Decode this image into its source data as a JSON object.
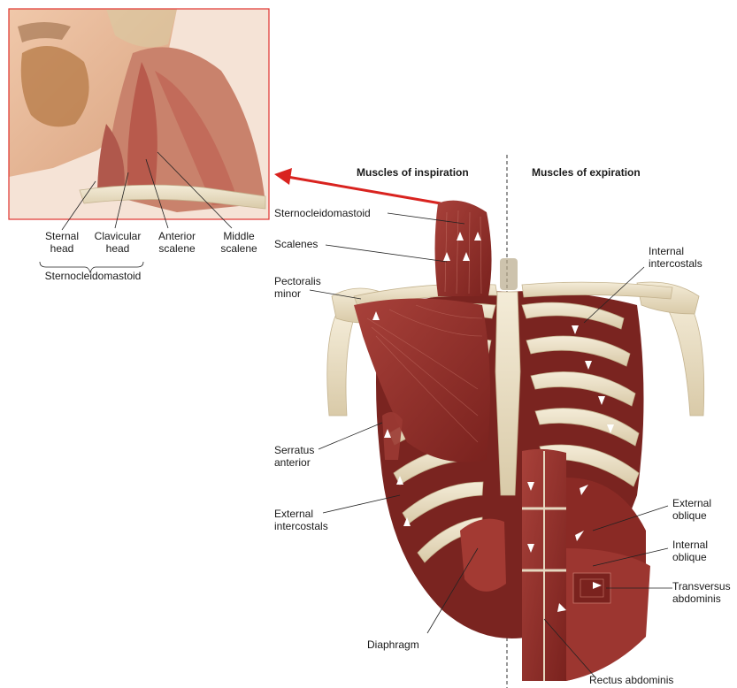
{
  "inset": {
    "labels": {
      "sternal_head_1": "Sternal",
      "sternal_head_2": "head",
      "clavicular_head_1": "Clavicular",
      "clavicular_head_2": "head",
      "anterior_scalene_1": "Anterior",
      "anterior_scalene_2": "scalene",
      "middle_scalene_1": "Middle",
      "middle_scalene_2": "scalene",
      "group": "Sternocleidomastoid"
    },
    "colors": {
      "frame": "#e0322e"
    }
  },
  "headers": {
    "inspiration": "Muscles of inspiration",
    "expiration": "Muscles of expiration"
  },
  "inspiration_labels": {
    "sternocleidomastoid": "Sternocleidomastoid",
    "scalenes": "Scalenes",
    "pectoralis_minor_1": "Pectoralis",
    "pectoralis_minor_2": "minor",
    "serratus_anterior_1": "Serratus",
    "serratus_anterior_2": "anterior",
    "external_intercostals_1": "External",
    "external_intercostals_2": "intercostals",
    "diaphragm": "Diaphragm"
  },
  "expiration_labels": {
    "internal_intercostals_1": "Internal",
    "internal_intercostals_2": "intercostals",
    "external_oblique_1": "External",
    "external_oblique_2": "oblique",
    "internal_oblique_1": "Internal",
    "internal_oblique_2": "oblique",
    "transversus_abdominis_1": "Transversus",
    "transversus_abdominis_2": "abdominis",
    "rectus_abdominis": "Rectus abdominis"
  },
  "colors": {
    "arrow": "#d9231f",
    "muscle": "#8e2a25",
    "muscle_light": "#b8524a",
    "bone": "#ece1c8",
    "bone_shade": "#d3c4a3",
    "skin": "#e8b89a",
    "leader": "#222222"
  }
}
